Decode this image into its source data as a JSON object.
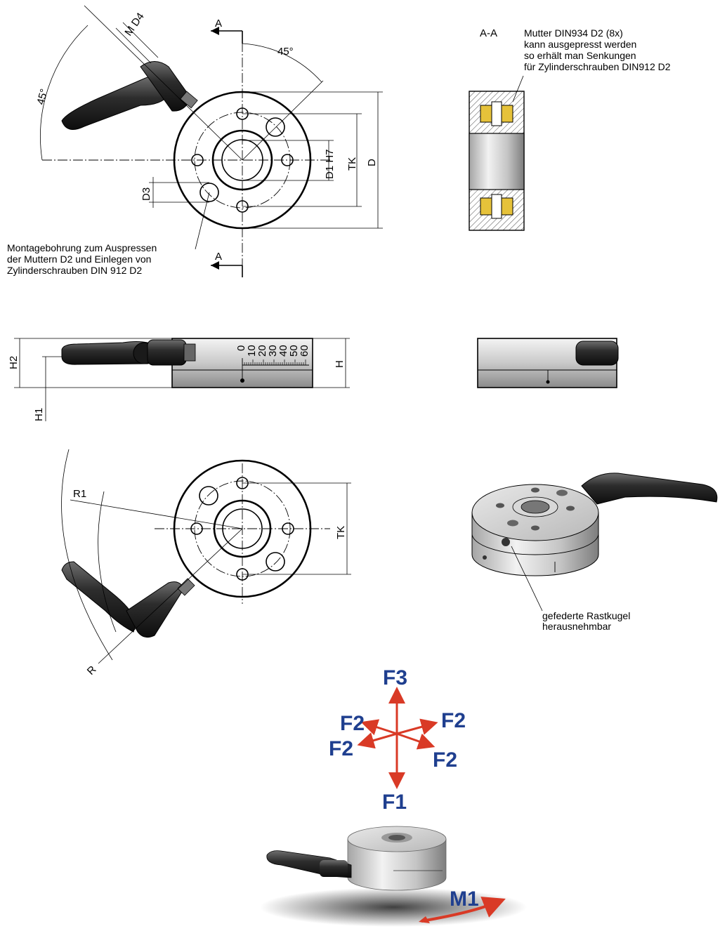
{
  "section_labels": {
    "cut_top": "A",
    "cut_bottom": "A",
    "section_title": "A-A"
  },
  "dimensions": {
    "m_d4": "M D4",
    "angle_top": "45°",
    "angle_left": "45°",
    "d1_h7": "D1 H7",
    "tk_top": "TK",
    "d": "D",
    "d3": "D3",
    "h2": "H2",
    "h": "H",
    "h1": "H1",
    "r1": "R1",
    "r": "R",
    "tk_bottom": "TK"
  },
  "notes": {
    "section_note": [
      "Mutter DIN934 D2 (8x)",
      "kann ausgepresst werden",
      "so erhält man Senkungen",
      "für Zylinderschrauben DIN912 D2"
    ],
    "mounting_note": [
      "Montagebohrung zum Auspressen",
      "der Muttern D2 und Einlegen von",
      "Zylinderschrauben DIN 912 D2"
    ],
    "ball_note": [
      "gefederte Rastkugel",
      "herausnehmbar"
    ]
  },
  "scale_numbers": [
    "0",
    "10",
    "20",
    "30",
    "40",
    "50",
    "60"
  ],
  "forces": {
    "f3": "F3",
    "f2_ul": "F2",
    "f2_ur": "F2",
    "f2_ll": "F2",
    "f2_lr": "F2",
    "f1": "F1",
    "m1": "M1"
  },
  "colors": {
    "force_label": "#1f3f8f",
    "force_arrow": "#d93a26",
    "section_nut": "#e6c23a",
    "part_gray": "#b9b9b9"
  }
}
